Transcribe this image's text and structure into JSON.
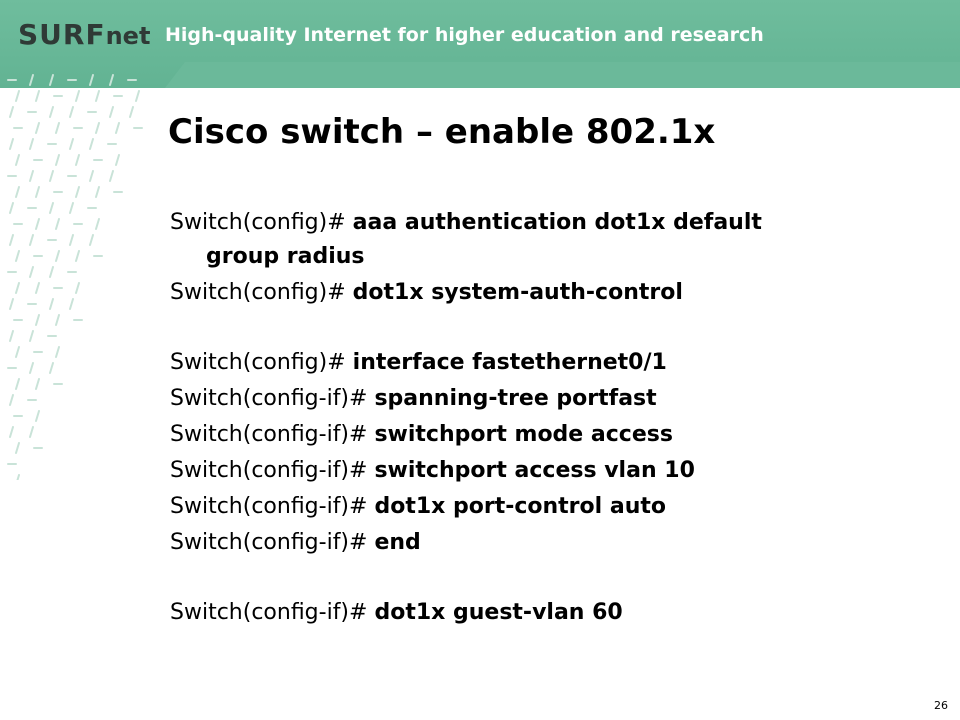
{
  "header": {
    "logo": "SURFnet",
    "logo_prefix": "SURF",
    "logo_suffix": "net",
    "tagline": "High-quality Internet for higher education and research",
    "color": "#6bb99a"
  },
  "slide": {
    "title": "Cisco switch – enable 802.1x",
    "page_number": "26"
  },
  "lines": [
    {
      "prompt": "Switch(config)# ",
      "command": "aaa authentication dot1x default",
      "continuation": "group radius"
    },
    {
      "prompt": "Switch(config)# ",
      "command": "dot1x system-auth-control"
    },
    {
      "prompt": "Switch(config)# ",
      "command": "interface fastethernet0/1"
    },
    {
      "prompt": "Switch(config-if)# ",
      "command": "spanning-tree portfast"
    },
    {
      "prompt": "Switch(config-if)# ",
      "command": "switchport mode access"
    },
    {
      "prompt": "Switch(config-if)# ",
      "command": "switchport access vlan 10"
    },
    {
      "prompt": "Switch(config-if)# ",
      "command": "dot1x port-control auto"
    },
    {
      "prompt": "Switch(config-if)# ",
      "command": "end"
    },
    {
      "prompt": "Switch(config-if)# ",
      "command": "dot1x guest-vlan 60"
    }
  ]
}
